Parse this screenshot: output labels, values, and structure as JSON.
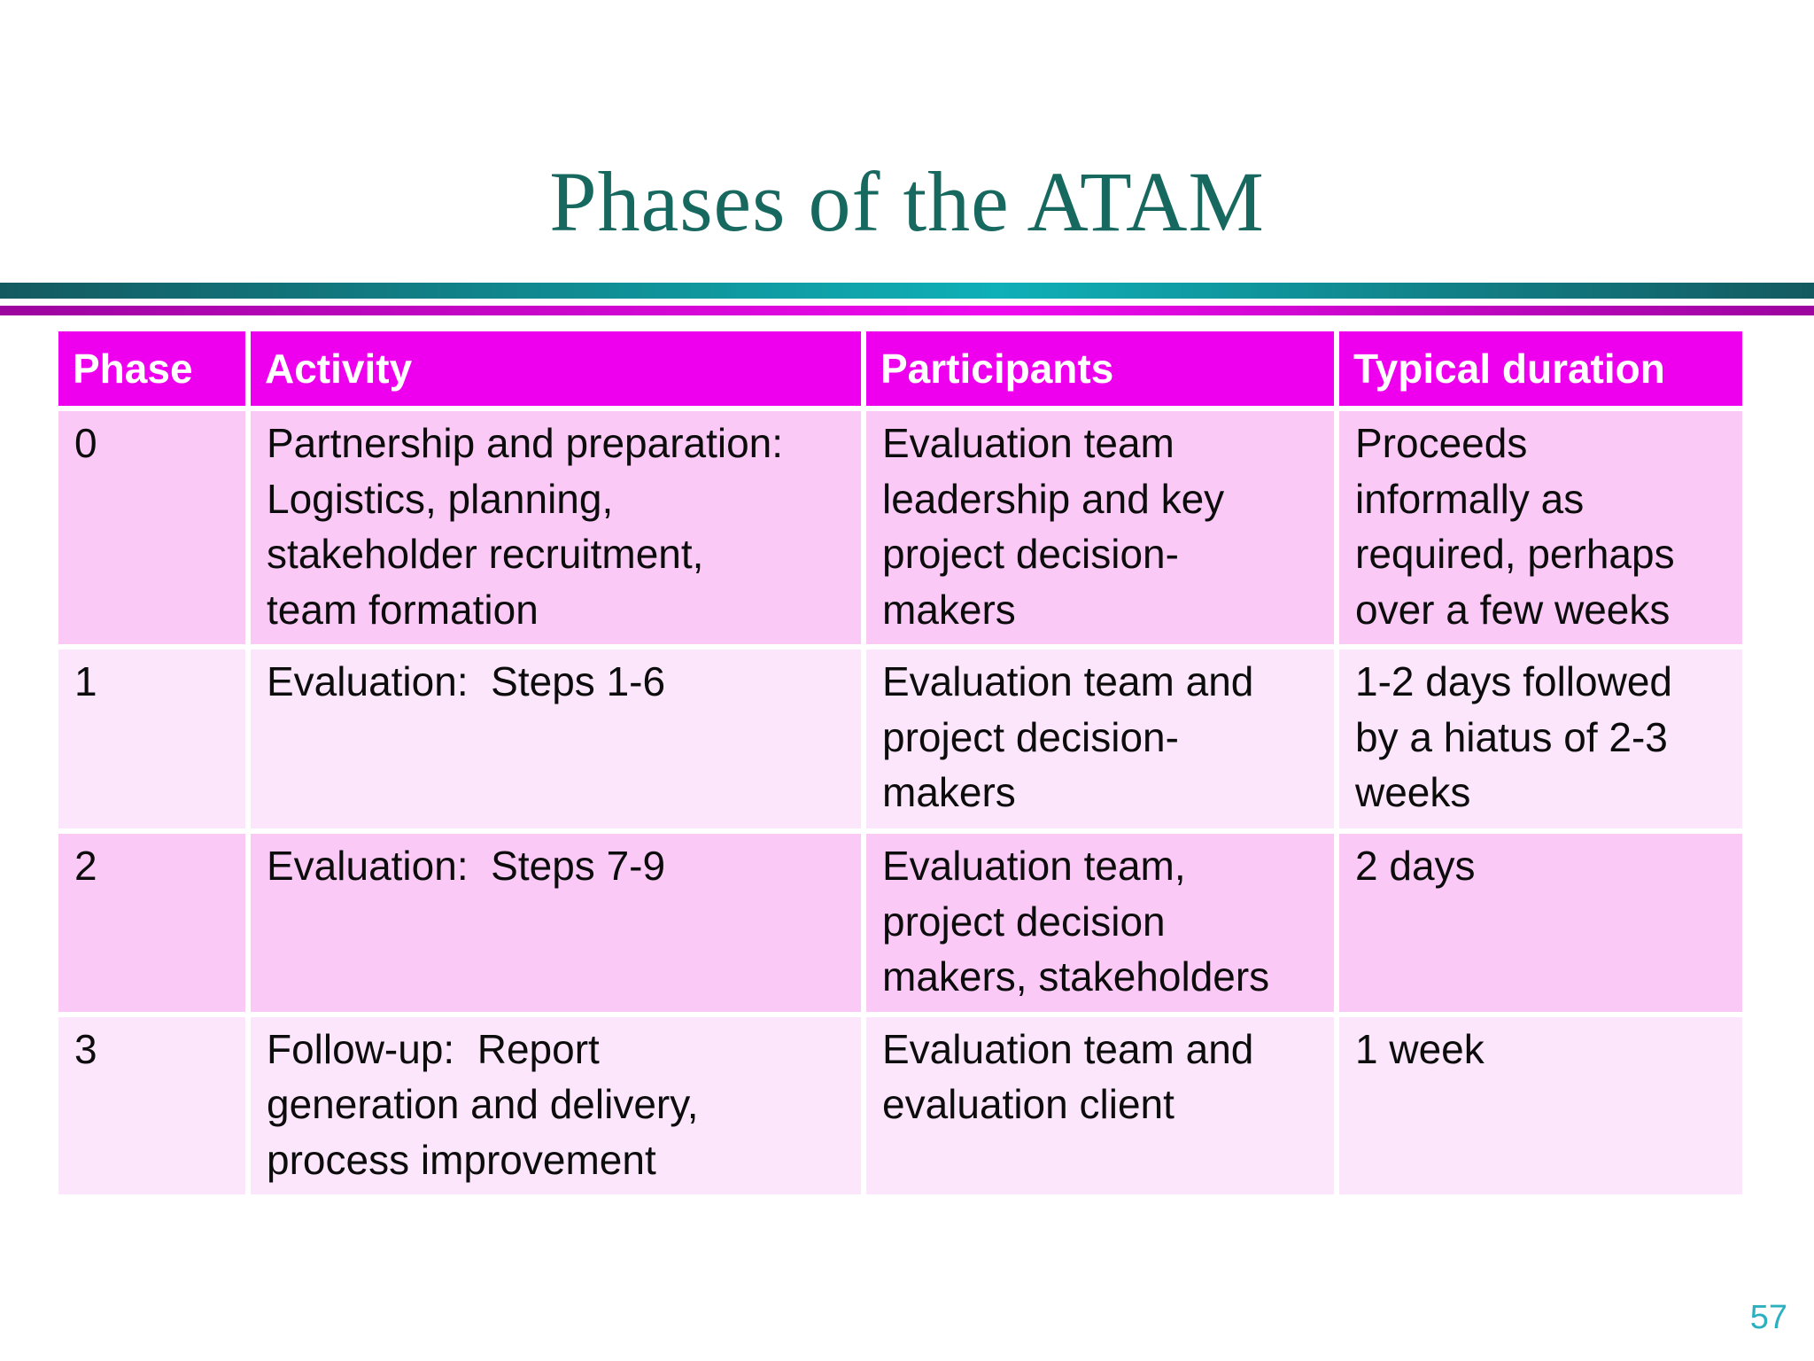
{
  "slide": {
    "title": "Phases of the ATAM",
    "page_number": "57"
  },
  "colors": {
    "title_text": "#17695f",
    "divider_teal_dark": "#135a60",
    "divider_teal_light": "#0fb0b8",
    "divider_magenta_dark": "#9c059e",
    "divider_magenta_light": "#ef08ef",
    "table_header_bg": "#ee00ee",
    "table_header_text": "#ffffff",
    "table_row_dark_pink": "#fbc9f6",
    "table_row_light_pink": "#fce6fb",
    "body_text": "#0c0c0c",
    "page_number_text": "#2cb0c0"
  },
  "table": {
    "headers": [
      "Phase",
      "Activity",
      "Participants",
      "Typical duration"
    ],
    "rows": [
      {
        "phase": "0",
        "activity": "Partnership and preparation:\nLogistics, planning,\nstakeholder recruitment,\nteam formation",
        "participants": "Evaluation team\nleadership and key\nproject decision-\nmakers",
        "duration": "Proceeds\ninformally as\nrequired, perhaps\nover a few weeks"
      },
      {
        "phase": "1",
        "activity": "Evaluation:  Steps 1-6",
        "participants": "Evaluation team and\nproject decision-\nmakers",
        "duration": "1-2 days followed\nby a hiatus of 2-3\nweeks"
      },
      {
        "phase": "2",
        "activity": "Evaluation:  Steps 7-9",
        "participants": "Evaluation team,\nproject decision\nmakers, stakeholders",
        "duration": "2 days"
      },
      {
        "phase": "3",
        "activity": "Follow-up:  Report\ngeneration and delivery,\nprocess improvement",
        "participants": "Evaluation team and\nevaluation client",
        "duration": "1 week"
      }
    ]
  }
}
